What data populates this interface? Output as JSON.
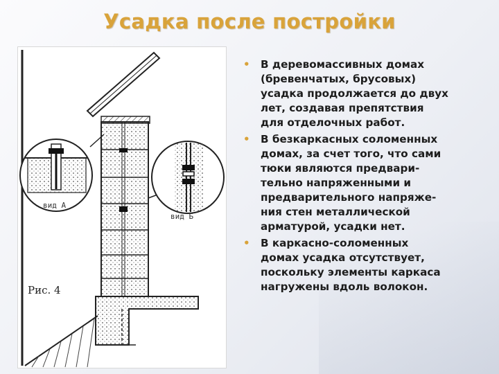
{
  "slide": {
    "title": "Усадка после постройки"
  },
  "figure": {
    "caption": "Рис. 4",
    "detail_a_label": "вид А",
    "detail_b_label": "вид Б"
  },
  "bullets": [
    {
      "lines": [
        "В деревомассивных домах",
        "(бревенчатых, брусовых)",
        "усадка продолжается до двух",
        "лет, создавая препятствия",
        "для отделочных работ."
      ]
    },
    {
      "lines": [
        "В безкаркасных соломенных",
        "домах, за счет того, что сами",
        "тюки являются предвари-",
        "тельно напряженными и",
        "предварительного напряже-",
        "ния стен металлической",
        "арматурой, усадки нет."
      ]
    },
    {
      "lines": [
        "В каркасно-соломенных",
        "домах усадка отсутствует,",
        "поскольку элементы  каркаса",
        "нагружены вдоль волокон."
      ]
    }
  ],
  "colors": {
    "title": "#d9a33a",
    "bullet": "#d9a33a",
    "text": "#1d1d1d"
  }
}
